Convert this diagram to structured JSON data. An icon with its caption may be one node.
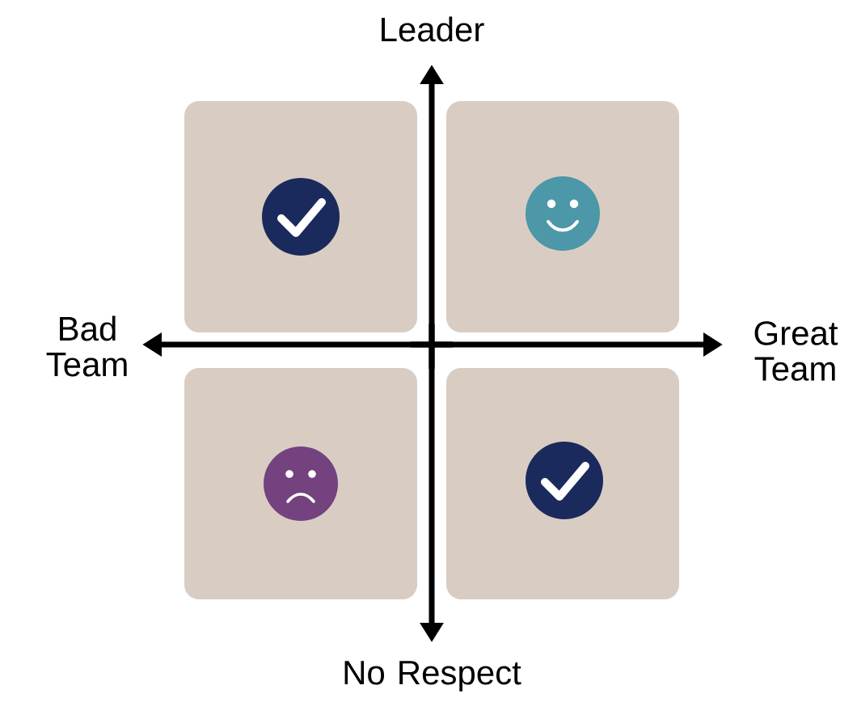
{
  "diagram": {
    "nodes": [
      {
        "text": [],
        "shape": "box"
      },
      {
        "text": [],
        "shape": "box"
      },
      {
        "text": [],
        "shape": "box"
      },
      {
        "text": [],
        "shape": "box"
      }
    ],
    "labels": [
      "Leader",
      "Bad Team",
      "Great Team",
      "No Respect"
    ]
  }
}
